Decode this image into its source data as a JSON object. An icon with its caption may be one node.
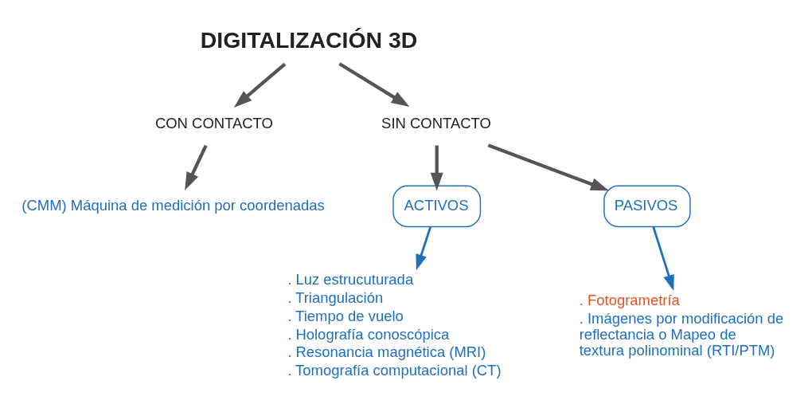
{
  "diagram": {
    "nodes": [
      {
        "text": [
          "DIGITALIZACIÓN 3D"
        ]
      },
      {
        "text": [
          "CON CONTACTO"
        ]
      },
      {
        "text": [
          "SIN CONTACTO"
        ]
      },
      {
        "text": [
          "(CMM) Máquina de medición por coordenadas"
        ]
      },
      {
        "text": [
          "ACTIVOS"
        ]
      },
      {
        "text": [
          "PASIVOS"
        ]
      },
      {
        "text": [
          ". Luz estrucuturada",
          ". Triangulación",
          ". Tiempo de vuelo",
          ". Holografía conoscópica",
          ". Resonancia magnética (MRI)",
          ". Tomografía computacional (CT)"
        ]
      },
      {
        "text": [
          ". Fotogrametría",
          ". Imágenes por modificación de reflectancia o Mapeo de textura polinominal (RTI/PTM)"
        ]
      }
    ],
    "edges": [
      {
        "from": 0,
        "to": 1,
        "arrow": "to"
      },
      {
        "from": 0,
        "to": 2,
        "arrow": "to"
      },
      {
        "from": 1,
        "to": 3,
        "arrow": "to"
      },
      {
        "from": 2,
        "to": 4,
        "arrow": "to"
      },
      {
        "from": 2,
        "to": 5,
        "arrow": "to"
      },
      {
        "from": 4,
        "to": 6,
        "arrow": "to",
        "color": "#1f6fbf"
      },
      {
        "from": 5,
        "to": 7,
        "arrow": "to",
        "color": "#1f6fbf"
      }
    ]
  }
}
